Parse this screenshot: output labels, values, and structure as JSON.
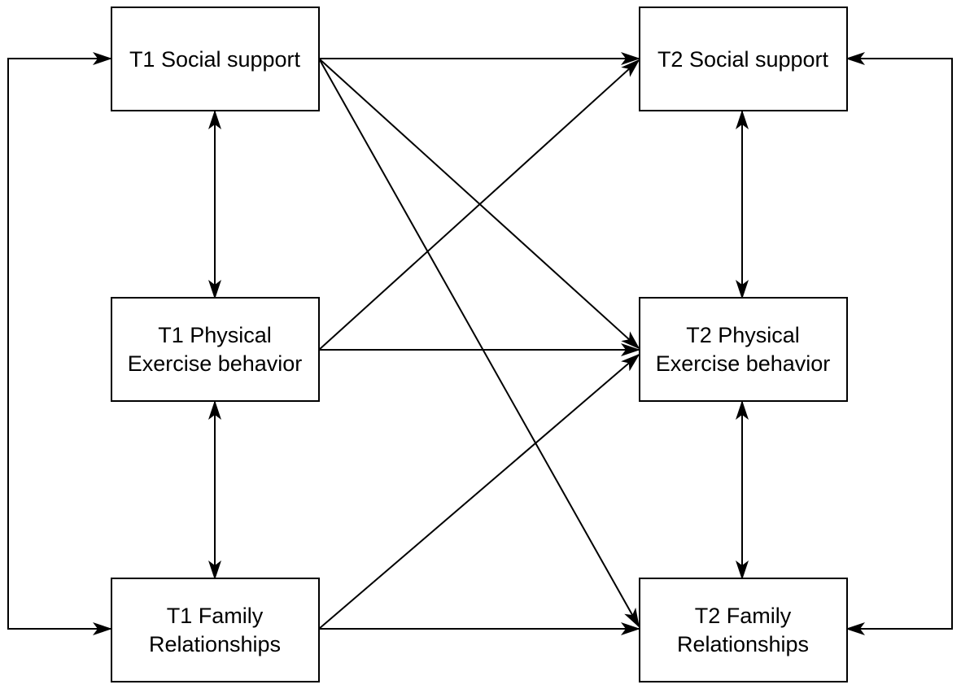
{
  "nodes": {
    "t1_social_support": {
      "lines": [
        "T1 Social support"
      ]
    },
    "t1_physical_exercise": {
      "lines": [
        "T1 Physical",
        "Exercise behavior"
      ]
    },
    "t1_family_relationships": {
      "lines": [
        "T1 Family",
        "Relationships"
      ]
    },
    "t2_social_support": {
      "lines": [
        "T2 Social support"
      ]
    },
    "t2_physical_exercise": {
      "lines": [
        "T2 Physical",
        "Exercise behavior"
      ]
    },
    "t2_family_relationships": {
      "lines": [
        "T2 Family",
        "Relationships"
      ]
    }
  },
  "edges": [
    {
      "from": "t1_social_support",
      "to": "t2_social_support",
      "type": "directed"
    },
    {
      "from": "t1_social_support",
      "to": "t2_physical_exercise",
      "type": "directed"
    },
    {
      "from": "t1_social_support",
      "to": "t2_family_relationships",
      "type": "directed"
    },
    {
      "from": "t1_physical_exercise",
      "to": "t2_social_support",
      "type": "directed"
    },
    {
      "from": "t1_physical_exercise",
      "to": "t2_physical_exercise",
      "type": "directed"
    },
    {
      "from": "t1_family_relationships",
      "to": "t2_physical_exercise",
      "type": "directed"
    },
    {
      "from": "t1_family_relationships",
      "to": "t2_family_relationships",
      "type": "directed"
    },
    {
      "from": "t1_social_support",
      "to": "t1_physical_exercise",
      "type": "bidirectional"
    },
    {
      "from": "t1_physical_exercise",
      "to": "t1_family_relationships",
      "type": "bidirectional"
    },
    {
      "from": "t1_social_support",
      "to": "t1_family_relationships",
      "type": "bidirectional"
    },
    {
      "from": "t2_social_support",
      "to": "t2_physical_exercise",
      "type": "bidirectional"
    },
    {
      "from": "t2_physical_exercise",
      "to": "t2_family_relationships",
      "type": "bidirectional"
    },
    {
      "from": "t2_social_support",
      "to": "t2_family_relationships",
      "type": "bidirectional"
    }
  ],
  "colors": {
    "stroke": "#000000",
    "background": "#ffffff",
    "text": "#000000"
  }
}
